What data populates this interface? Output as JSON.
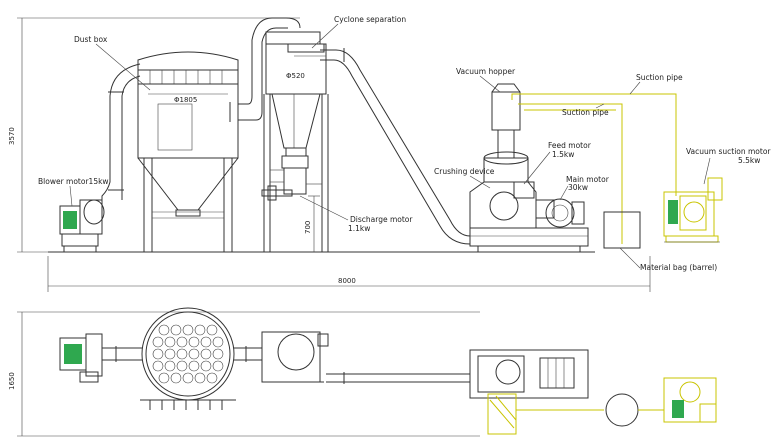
{
  "labels": {
    "dust_box": "Dust box",
    "cyclone_separation": "Cyclone separation",
    "vacuum_hopper": "Vacuum hopper",
    "suction_pipe_1": "Suction pipe",
    "suction_pipe_2": "Suction pipe",
    "feed_motor_line1": "Feed motor",
    "feed_motor_line2": "1.5kw",
    "crushing_device": "Crushing device",
    "main_motor_line1": "Main motor",
    "main_motor_line2": "30kw",
    "vacuum_suction_motor_line1": "Vacuum suction motor",
    "vacuum_suction_motor_line2": "5.5kw",
    "blower_motor": "Blower motor15kw",
    "discharge_motor_line1": "Discharge motor",
    "discharge_motor_line2": "1.1kw",
    "material_bag": "Material bag (barrel)"
  },
  "dimensions": {
    "total_height": "3570",
    "total_length": "8000",
    "discharge_height": "700",
    "cyclone_diameter": "Φ520",
    "dust_box_diameter": "Φ1805",
    "plan_width": "1650"
  },
  "colors": {
    "line": "#333333",
    "suction_line": "#c9c400",
    "motor_green": "#2fa84f"
  }
}
